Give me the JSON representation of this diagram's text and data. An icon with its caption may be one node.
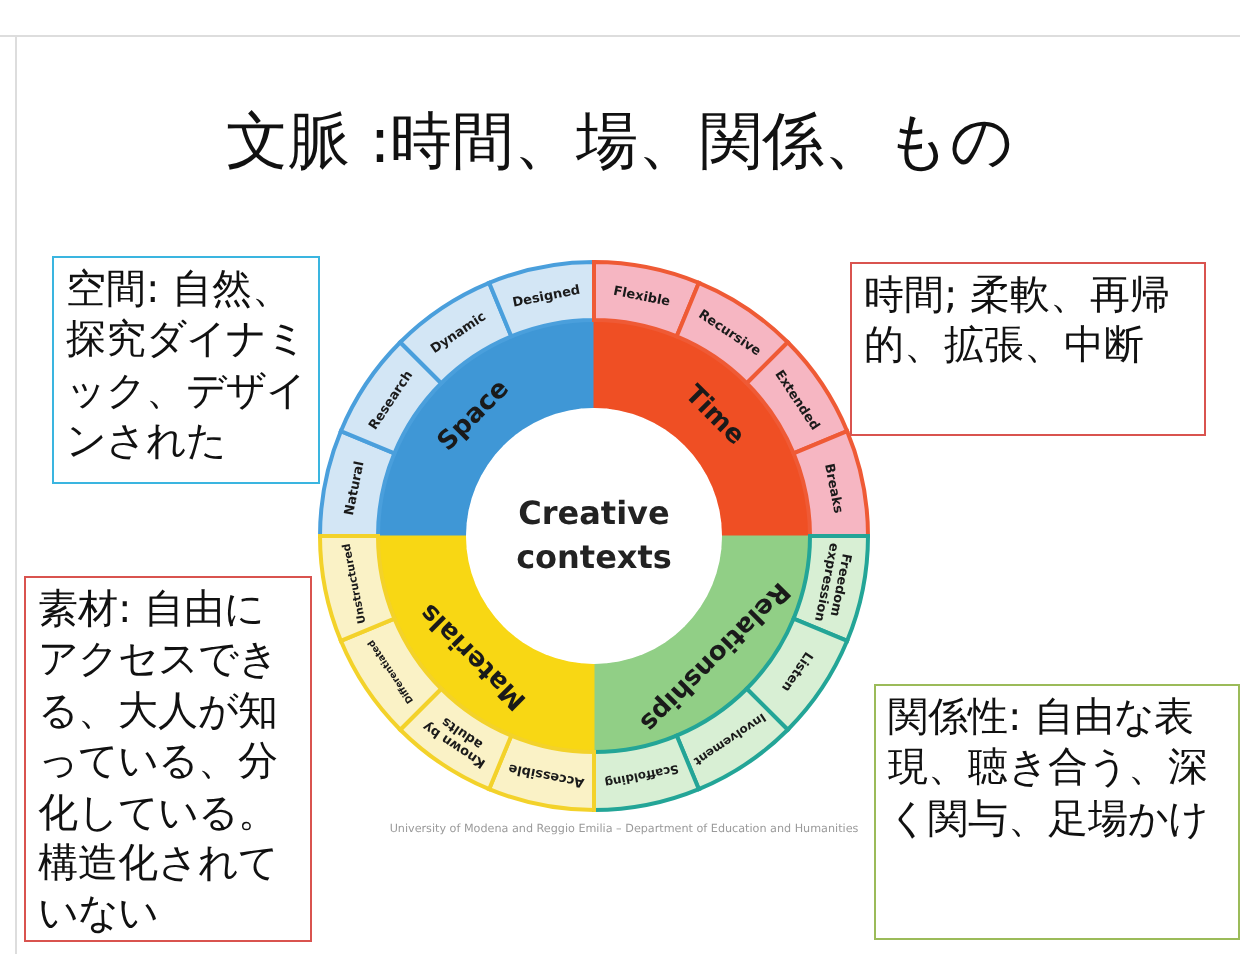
{
  "diagram": {
    "title": "文脈 :時間、場、関係、もの",
    "nodes": [
      {
        "text": [
          "Creative contexts"
        ]
      },
      {
        "text": [
          "Space"
        ]
      },
      {
        "text": [
          "Time"
        ]
      },
      {
        "text": [
          "Relationships"
        ]
      },
      {
        "text": [
          "Materials"
        ]
      },
      {
        "text": [
          "Natural"
        ]
      },
      {
        "text": [
          "Research"
        ]
      },
      {
        "text": [
          "Dynamic"
        ]
      },
      {
        "text": [
          "Designed"
        ]
      },
      {
        "text": [
          "Flexible"
        ]
      },
      {
        "text": [
          "Recursive"
        ]
      },
      {
        "text": [
          "Extended"
        ]
      },
      {
        "text": [
          "Breaks"
        ]
      },
      {
        "text": [
          "Freedom expression"
        ]
      },
      {
        "text": [
          "Listen"
        ]
      },
      {
        "text": [
          "Involvement"
        ]
      },
      {
        "text": [
          "Scaffolding"
        ]
      },
      {
        "text": [
          "Accessible"
        ]
      },
      {
        "text": [
          "Known by adults"
        ]
      },
      {
        "text": [
          "Differentiated"
        ]
      },
      {
        "text": [
          "Unstructured"
        ]
      },
      {
        "text": [
          "空間: 自然、探究ダイナミック、デザインされた"
        ]
      },
      {
        "text": [
          "時間; 柔軟、再帰的、拡張、中断"
        ]
      },
      {
        "text": [
          "素材: 自由にアクセスできる、大人が知っている、分化している。構造化されていない"
        ]
      },
      {
        "text": [
          "関係性: 自由な表現、聴き合う、深く関与、足場かけ"
        ]
      }
    ],
    "labels": [
      "University of Modena and Reggio Emilia – Department of Education and Humanities"
    ]
  }
}
